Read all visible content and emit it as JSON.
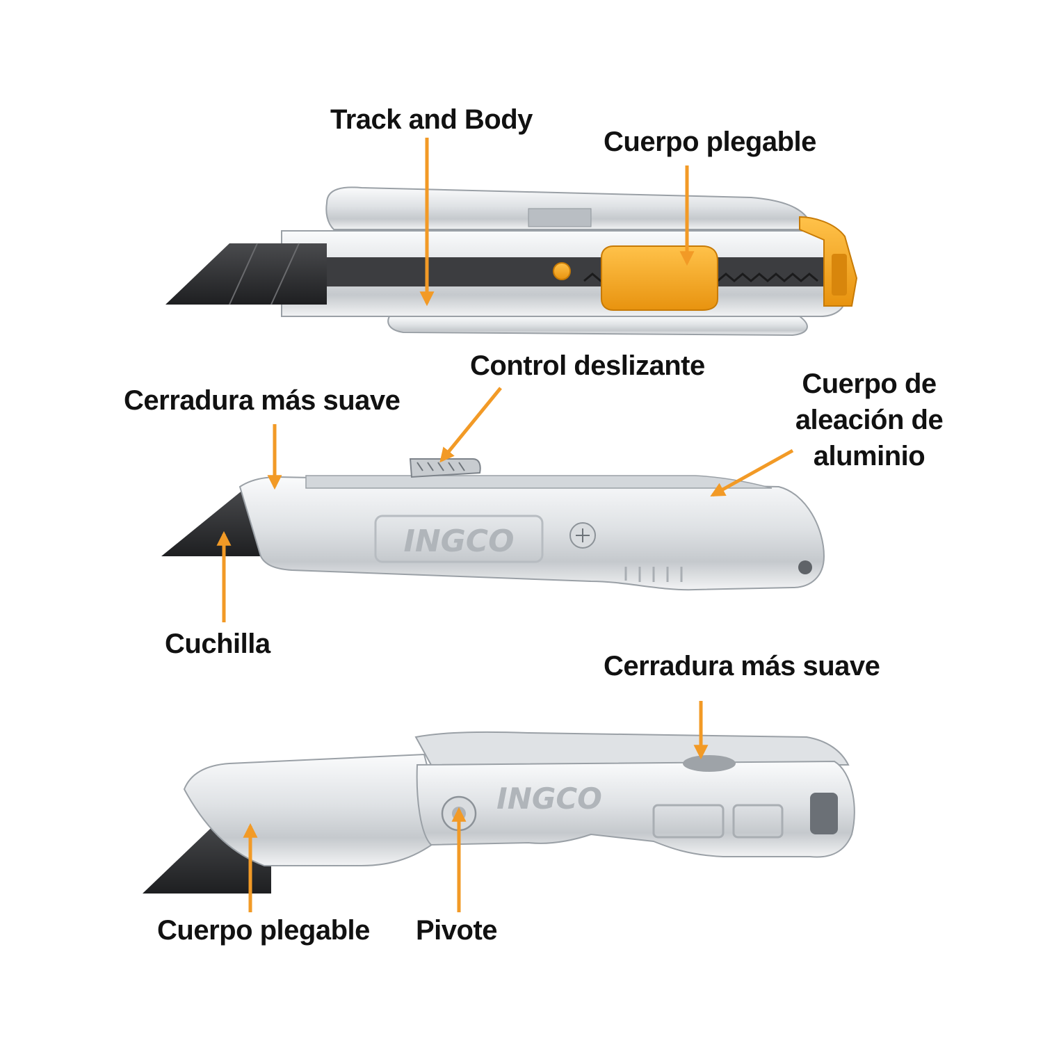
{
  "colors": {
    "arrow": "#f29a26",
    "accent": "#f5a51e",
    "text": "#111111",
    "blade": "#2e2e30",
    "metal": "#e6e8ea"
  },
  "brand": "INGCO",
  "labels": {
    "track_and_body": "Track and Body",
    "cuerpo_plegable_top": "Cuerpo plegable",
    "control_deslizante": "Control deslizante",
    "cerradura_mas_suave_mid": "Cerradura más suave",
    "cuerpo_de_aleacion": [
      "Cuerpo de",
      "aleación de",
      "aluminio"
    ],
    "cuchilla": "Cuchilla",
    "cerradura_mas_suave_bottom": "Cerradura más suave",
    "cuerpo_plegable_bottom": "Cuerpo plegable",
    "pivote": "Pivote"
  },
  "icons": [
    "snap-off-cutter-icon",
    "retractable-utility-knife-icon",
    "folding-utility-knife-icon",
    "callout-arrow-icon"
  ]
}
